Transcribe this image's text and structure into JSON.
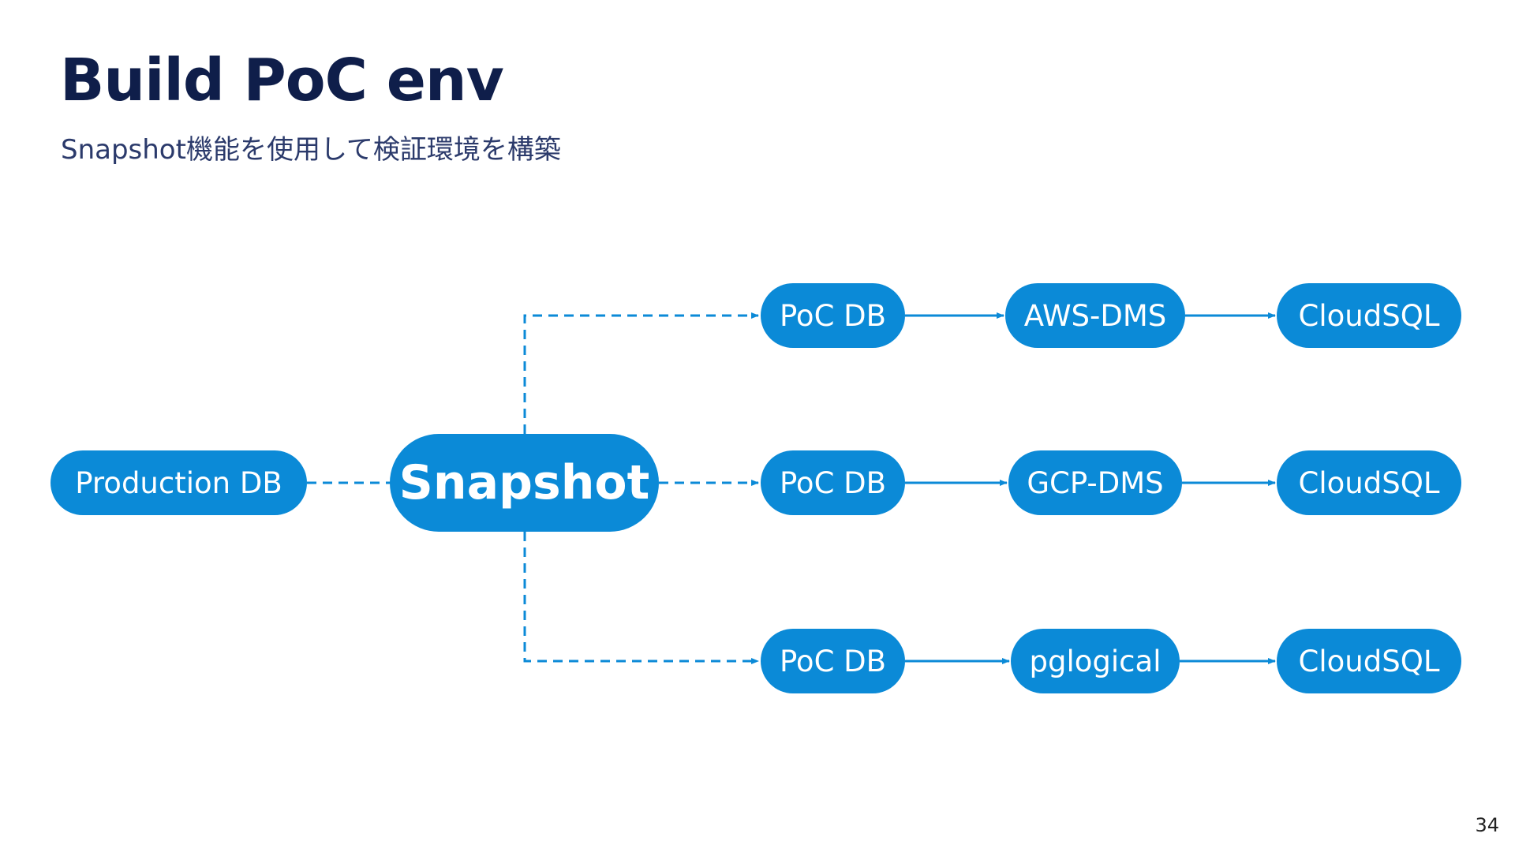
{
  "title": "Build PoC env",
  "subtitle": "Snapshot機能を使用して検証環境を構築",
  "page_number": "34",
  "colors": {
    "node_fill": "#0b8ad7",
    "connector": "#0b8ad7",
    "title": "#0f1e4a",
    "subtitle": "#2b3a6b"
  },
  "diagram": {
    "source": "Production DB",
    "snapshot": "Snapshot",
    "rows": [
      {
        "poc": "PoC DB",
        "migration": "AWS-DMS",
        "target": "CloudSQL"
      },
      {
        "poc": "PoC DB",
        "migration": "GCP-DMS",
        "target": "CloudSQL"
      },
      {
        "poc": "PoC DB",
        "migration": "pglogical",
        "target": "CloudSQL"
      }
    ]
  }
}
